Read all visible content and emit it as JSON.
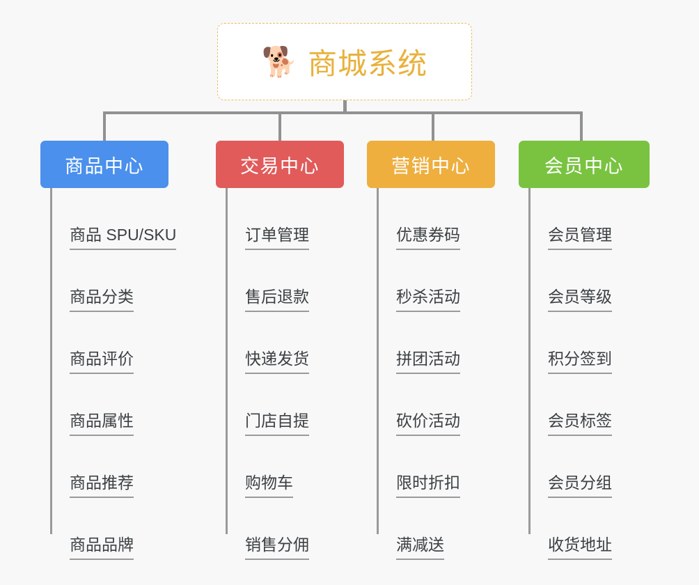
{
  "background_color": "#f8f8f8",
  "connector_color": "#919191",
  "root": {
    "icon": "shiba-dog-face",
    "emoji": "🐕",
    "title": "商城系统",
    "title_color": "#e8b13c",
    "border_color": "#e9bb63",
    "background": "#ffffff"
  },
  "columns": [
    {
      "id": "product-center",
      "label": "商品中心",
      "color": "#4a90ec",
      "items": [
        {
          "label": "商品 SPU/SKU"
        },
        {
          "label": "商品分类"
        },
        {
          "label": "商品评价"
        },
        {
          "label": "商品属性"
        },
        {
          "label": "商品推荐"
        },
        {
          "label": "商品品牌"
        }
      ]
    },
    {
      "id": "trade-center",
      "label": "交易中心",
      "color": "#e15b5b",
      "items": [
        {
          "label": "订单管理"
        },
        {
          "label": "售后退款"
        },
        {
          "label": "快递发货"
        },
        {
          "label": "门店自提"
        },
        {
          "label": "购物车"
        },
        {
          "label": "销售分佣"
        }
      ]
    },
    {
      "id": "marketing-center",
      "label": "营销中心",
      "color": "#eeaf3f",
      "items": [
        {
          "label": "优惠券码"
        },
        {
          "label": "秒杀活动"
        },
        {
          "label": "拼团活动"
        },
        {
          "label": "砍价活动"
        },
        {
          "label": "限时折扣"
        },
        {
          "label": "满减送"
        }
      ]
    },
    {
      "id": "member-center",
      "label": "会员中心",
      "color": "#79c341",
      "items": [
        {
          "label": "会员管理"
        },
        {
          "label": "会员等级"
        },
        {
          "label": "积分签到"
        },
        {
          "label": "会员标签"
        },
        {
          "label": "会员分组"
        },
        {
          "label": "收货地址"
        }
      ]
    }
  ]
}
